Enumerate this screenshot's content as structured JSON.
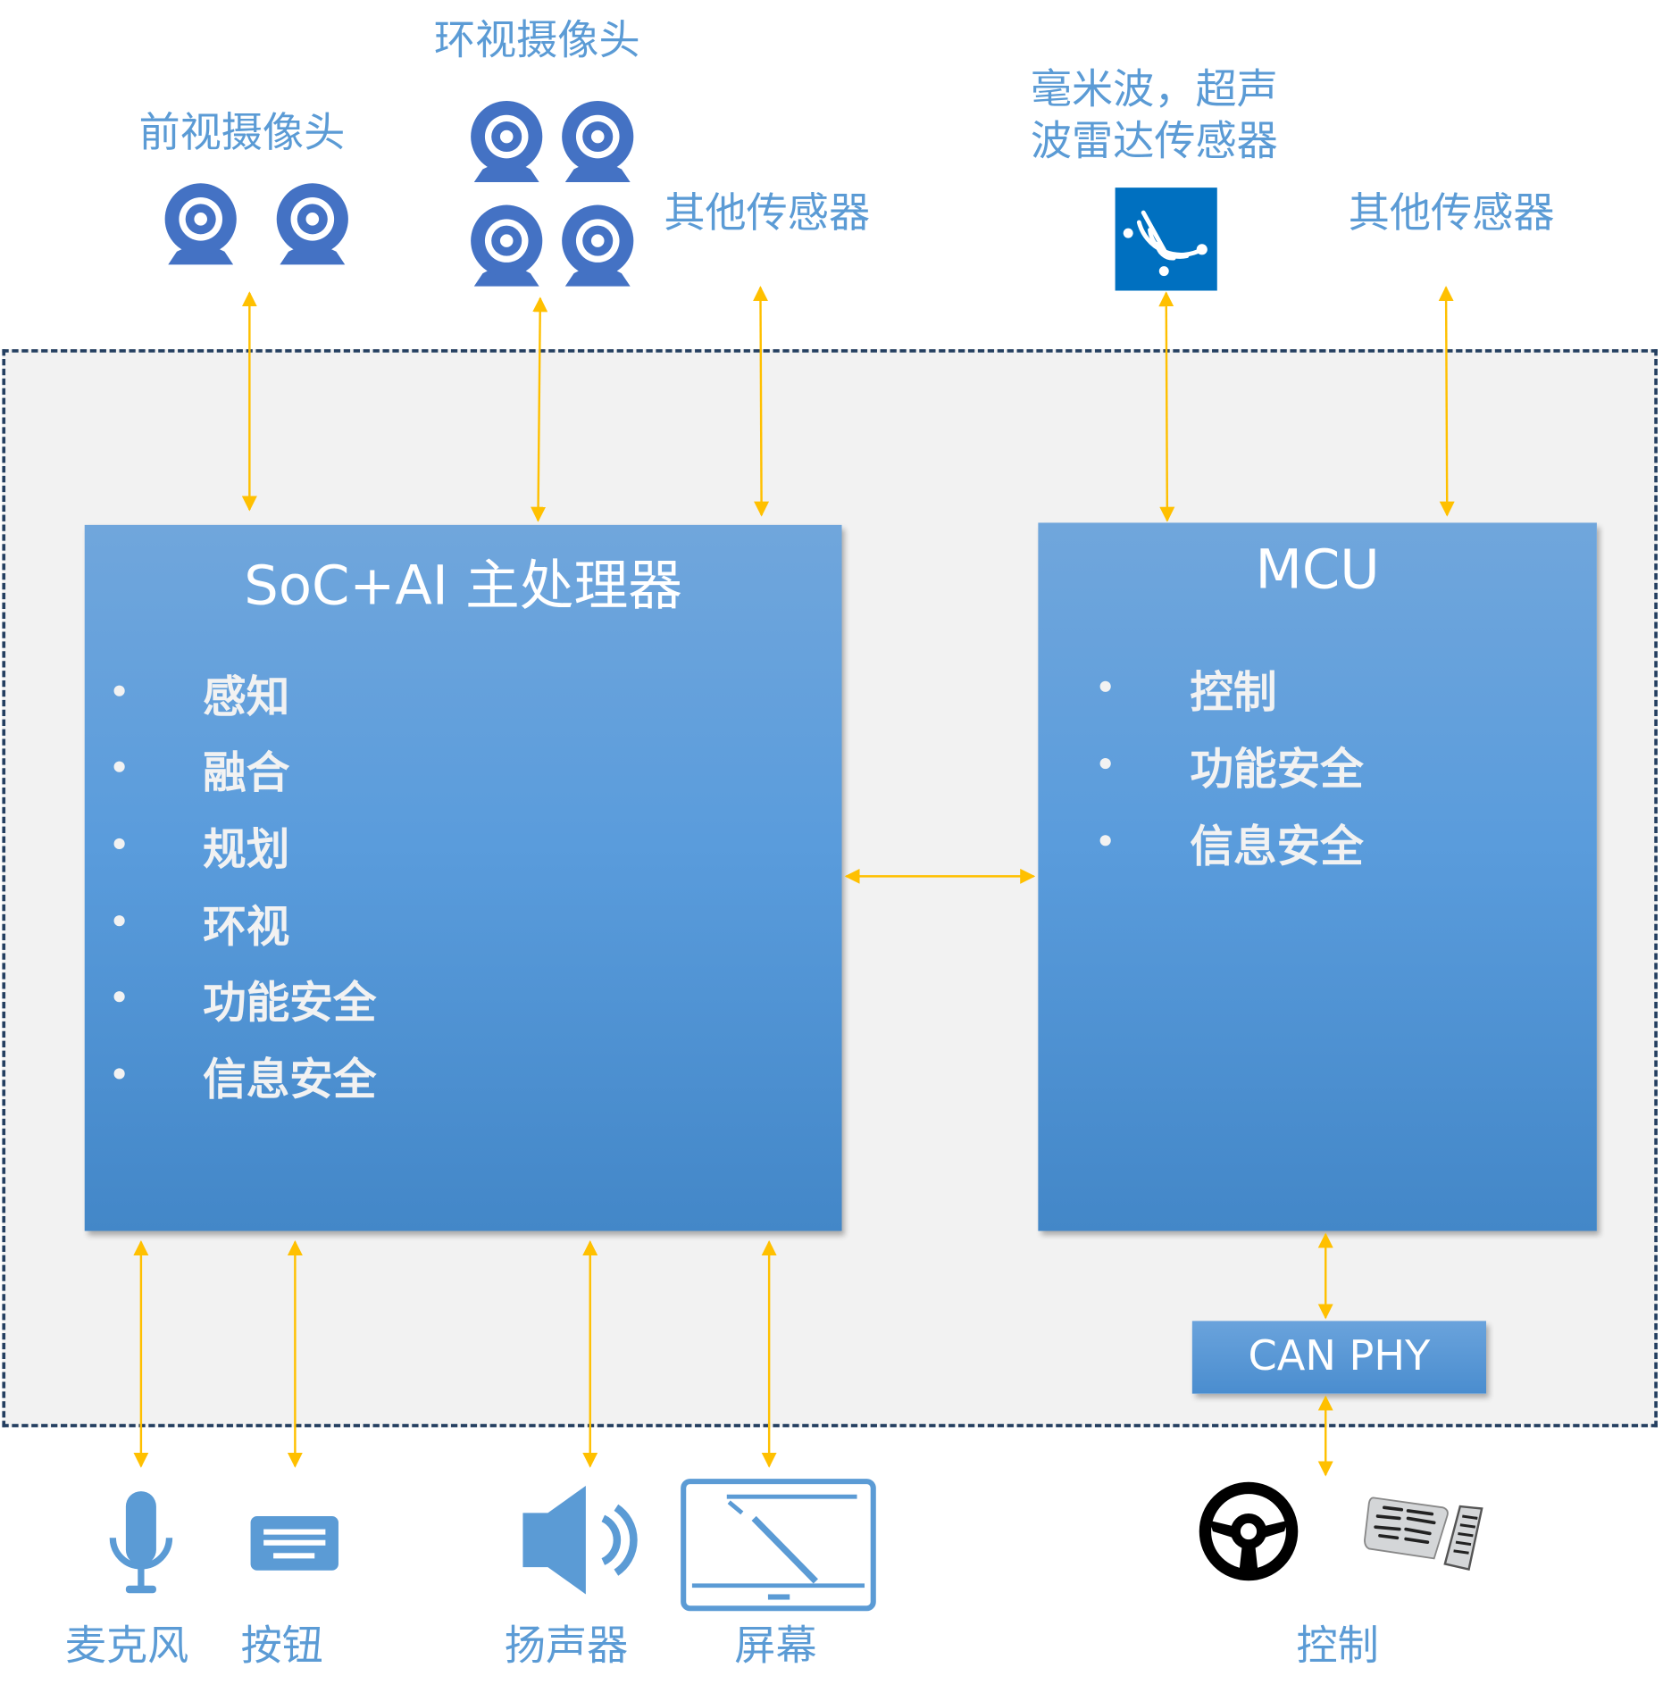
{
  "sensors": {
    "front_camera": "前视摄像头",
    "surround_camera": "环视摄像头",
    "other_sensors_left": "其他传感器",
    "radar_line1": "毫米波，超声",
    "radar_line2": "波雷达传感器",
    "other_sensors_right": "其他传感器"
  },
  "soc": {
    "title": "SoC+AI 主处理器",
    "items": [
      "感知",
      "融合",
      "规划",
      "环视",
      "功能安全",
      "信息安全"
    ]
  },
  "mcu": {
    "title": "MCU",
    "items": [
      "控制",
      "功能安全",
      "信息安全"
    ]
  },
  "can_phy": "CAN PHY",
  "outputs": {
    "microphone": "麦克风",
    "button": "按钮",
    "speaker": "扬声器",
    "screen": "屏幕",
    "control": "控制"
  },
  "colors": {
    "arrow": "#ffc000",
    "label": "#5b9bd5",
    "camera": "#4472c4",
    "radar": "#0070c0",
    "boundary": "#243f60"
  }
}
